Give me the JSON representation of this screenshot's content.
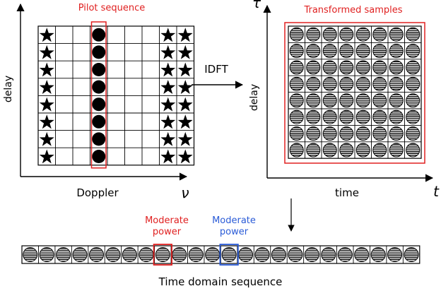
{
  "left_panel": {
    "title": "Pilot sequence",
    "y_axis_label": "delay",
    "x_axis_label": "Doppler",
    "x_axis_symbol": "ν",
    "grid_rows": 8,
    "grid_cols": 9,
    "pilot_column": 4,
    "star_columns": [
      1,
      8,
      9
    ],
    "title_color": "#e02020"
  },
  "arrow_label": "IDFT",
  "right_panel": {
    "title": "Transformed samples",
    "y_axis_symbol": "τ",
    "y_axis_label": "delay",
    "x_axis_label": "time",
    "x_axis_symbol": "t",
    "grid_rows": 8,
    "grid_cols": 8,
    "title_color": "#e02020"
  },
  "bottom": {
    "caption": "Time domain sequence",
    "sample_count": 24,
    "highlight_red": {
      "index": 9,
      "label_line1": "Moderate",
      "label_line2": "power",
      "color": "#e02020"
    },
    "highlight_blue": {
      "index": 13,
      "label_line1": "Moderate",
      "label_line2": "power",
      "color": "#2a5bd7"
    }
  },
  "icons": {
    "pilot": "filled-circle-icon",
    "data": "star-icon",
    "sample": "striped-circle-icon"
  }
}
